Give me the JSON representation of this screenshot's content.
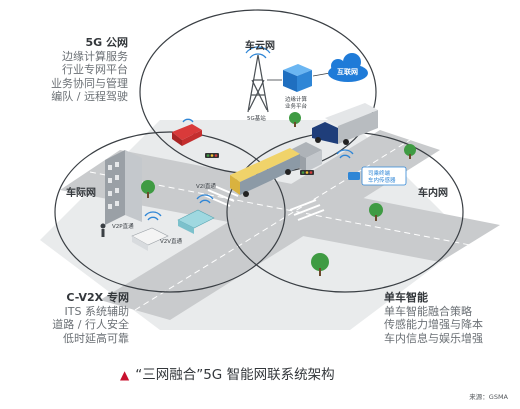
{
  "diagram": {
    "caption": "“三网融合”5G 智能网联系统架构",
    "source": "来源：GSMA",
    "panels": {
      "five_g": {
        "title": "5G 公网",
        "lines": [
          "边缘计算服务",
          "行业专网平台",
          "业务协同与管理",
          "编队 / 远程驾驶"
        ]
      },
      "c_v2x": {
        "title": "C-V2X 专网",
        "lines": [
          "ITS 系统辅助",
          "道路 / 行人安全",
          "低时延高可靠"
        ]
      },
      "vehicle": {
        "title": "单车智能",
        "lines": [
          "单车智能融合策略",
          "传感能力增强与降本",
          "车内信息与娱乐增强"
        ]
      }
    },
    "circle_labels": {
      "cloud": "车云网",
      "v2x": "车际网",
      "in_vehicle": "车内网"
    },
    "callouts": {
      "internet": "互联网",
      "edge_platform_line1": "边缘计算",
      "edge_platform_line2": "业务平台",
      "base_station": "5G基站",
      "v2p": "V2P直通",
      "v2v": "V2V直通",
      "v2i": "V2I直通",
      "sensor_line1": "司乘终端",
      "sensor_line2": "车内传感器"
    },
    "colors": {
      "accent": "#c8102e",
      "road": "#c9cbcd",
      "lane_mark": "#ffffff",
      "circle_stroke": "#3a3f44",
      "internet_blue": "#1f7bd8",
      "server_blue": "#2f86d6"
    }
  }
}
